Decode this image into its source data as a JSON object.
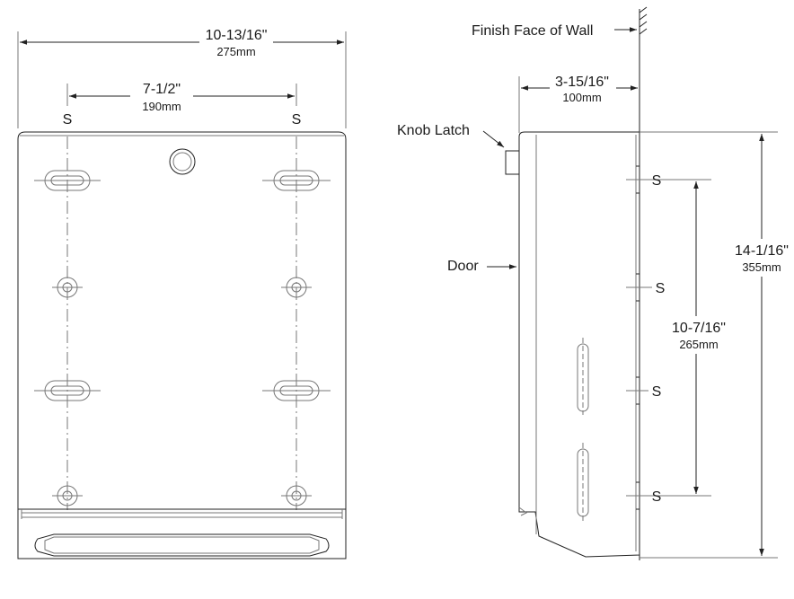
{
  "front_view": {
    "overall_width": {
      "imperial": "10-13/16\"",
      "metric": "275mm"
    },
    "hole_spacing": {
      "imperial": "7-1/2\"",
      "metric": "190mm"
    },
    "screw_left": "S",
    "screw_right": "S"
  },
  "side_view": {
    "wall_label": "Finish Face of Wall",
    "depth": {
      "imperial": "3-15/16\"",
      "metric": "100mm"
    },
    "knob_label": "Knob Latch",
    "door_label": "Door",
    "overall_height": {
      "imperial": "14-1/16\"",
      "metric": "355mm"
    },
    "screw_spacing": {
      "imperial": "10-7/16\"",
      "metric": "265mm"
    },
    "screws": [
      "S",
      "S",
      "S",
      "S"
    ]
  }
}
